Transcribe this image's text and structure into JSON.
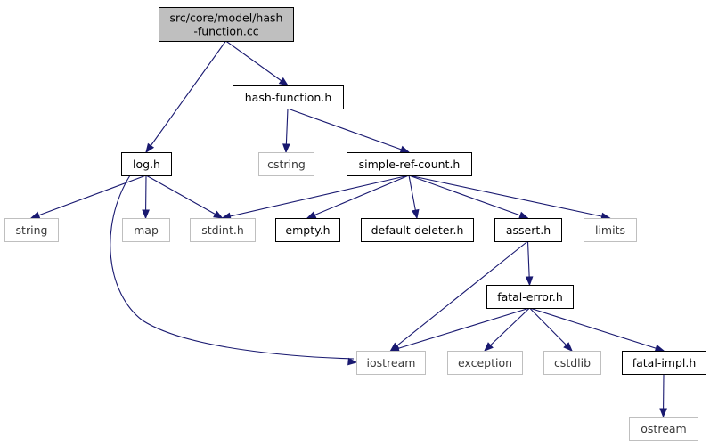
{
  "graph": {
    "edge_color": "#191970",
    "node_styles": {
      "root": {
        "fill": "#bfbfbf",
        "stroke": "#000000"
      },
      "documented": {
        "fill": "#ffffff",
        "stroke": "#000000"
      },
      "external": {
        "fill": "#ffffff",
        "stroke": "#bfbfbf"
      }
    },
    "nodes": [
      {
        "id": "root",
        "lines": [
          "src/core/model/hash",
          "-function.cc"
        ],
        "style": "root"
      },
      {
        "id": "hash_function_h",
        "lines": [
          "hash-function.h"
        ],
        "style": "documented"
      },
      {
        "id": "log_h",
        "lines": [
          "log.h"
        ],
        "style": "documented"
      },
      {
        "id": "cstring",
        "lines": [
          "cstring"
        ],
        "style": "external"
      },
      {
        "id": "simple_ref_count_h",
        "lines": [
          "simple-ref-count.h"
        ],
        "style": "documented"
      },
      {
        "id": "string",
        "lines": [
          "string"
        ],
        "style": "external"
      },
      {
        "id": "map",
        "lines": [
          "map"
        ],
        "style": "external"
      },
      {
        "id": "stdint_h",
        "lines": [
          "stdint.h"
        ],
        "style": "external"
      },
      {
        "id": "empty_h",
        "lines": [
          "empty.h"
        ],
        "style": "documented"
      },
      {
        "id": "default_deleter_h",
        "lines": [
          "default-deleter.h"
        ],
        "style": "documented"
      },
      {
        "id": "assert_h",
        "lines": [
          "assert.h"
        ],
        "style": "documented"
      },
      {
        "id": "limits",
        "lines": [
          "limits"
        ],
        "style": "external"
      },
      {
        "id": "fatal_error_h",
        "lines": [
          "fatal-error.h"
        ],
        "style": "documented"
      },
      {
        "id": "iostream",
        "lines": [
          "iostream"
        ],
        "style": "external"
      },
      {
        "id": "exception",
        "lines": [
          "exception"
        ],
        "style": "external"
      },
      {
        "id": "cstdlib",
        "lines": [
          "cstdlib"
        ],
        "style": "external"
      },
      {
        "id": "fatal_impl_h",
        "lines": [
          "fatal-impl.h"
        ],
        "style": "documented"
      },
      {
        "id": "ostream",
        "lines": [
          "ostream"
        ],
        "style": "external"
      }
    ],
    "edges": [
      {
        "from": "root",
        "to": "log_h"
      },
      {
        "from": "root",
        "to": "hash_function_h"
      },
      {
        "from": "hash_function_h",
        "to": "cstring"
      },
      {
        "from": "hash_function_h",
        "to": "simple_ref_count_h"
      },
      {
        "from": "log_h",
        "to": "string"
      },
      {
        "from": "log_h",
        "to": "map"
      },
      {
        "from": "log_h",
        "to": "stdint_h"
      },
      {
        "from": "log_h",
        "to": "iostream"
      },
      {
        "from": "simple_ref_count_h",
        "to": "stdint_h"
      },
      {
        "from": "simple_ref_count_h",
        "to": "empty_h"
      },
      {
        "from": "simple_ref_count_h",
        "to": "default_deleter_h"
      },
      {
        "from": "simple_ref_count_h",
        "to": "assert_h"
      },
      {
        "from": "simple_ref_count_h",
        "to": "limits"
      },
      {
        "from": "assert_h",
        "to": "fatal_error_h"
      },
      {
        "from": "assert_h",
        "to": "iostream"
      },
      {
        "from": "fatal_error_h",
        "to": "iostream"
      },
      {
        "from": "fatal_error_h",
        "to": "exception"
      },
      {
        "from": "fatal_error_h",
        "to": "cstdlib"
      },
      {
        "from": "fatal_error_h",
        "to": "fatal_impl_h"
      },
      {
        "from": "fatal_impl_h",
        "to": "ostream"
      }
    ]
  }
}
